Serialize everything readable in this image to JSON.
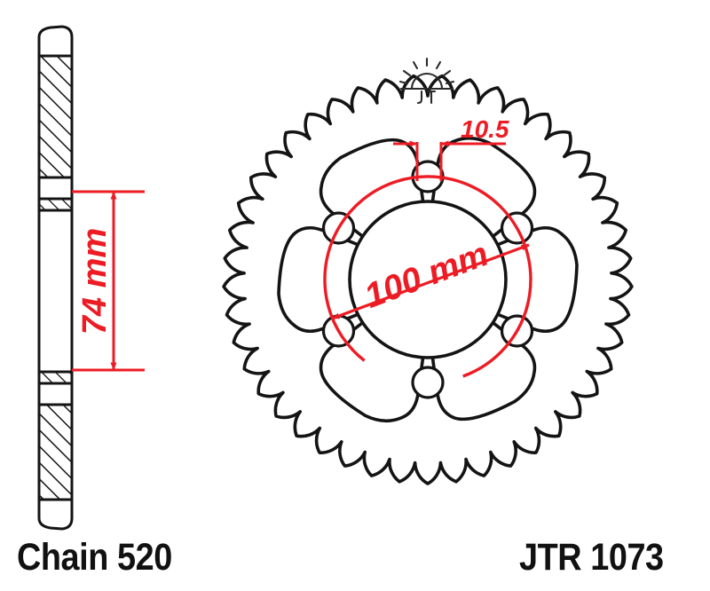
{
  "drawing": {
    "title": "JT Sprockets rear sprocket technical drawing",
    "colors": {
      "outline": "#141414",
      "dimension": "#ED1C24",
      "background": "#FFFFFF"
    }
  },
  "brand": {
    "logo_name": "jt-sunrise-logo",
    "logo_text": "JT"
  },
  "dimensions": {
    "bolt_hole_diameter": {
      "value": "10.5",
      "name": "bolt-hole-diameter-dimension"
    },
    "bolt_circle_diameter": {
      "value": "100 mm",
      "name": "bolt-circle-diameter-dimension"
    },
    "hub_thickness": {
      "value": "74 mm",
      "name": "hub-width-dimension"
    }
  },
  "specs": {
    "chain_label": "Chain 520",
    "part_number": "JTR 1073"
  },
  "sprocket": {
    "tooth_count": 45,
    "bolt_hole_count": 6,
    "cutout_count": 6
  }
}
